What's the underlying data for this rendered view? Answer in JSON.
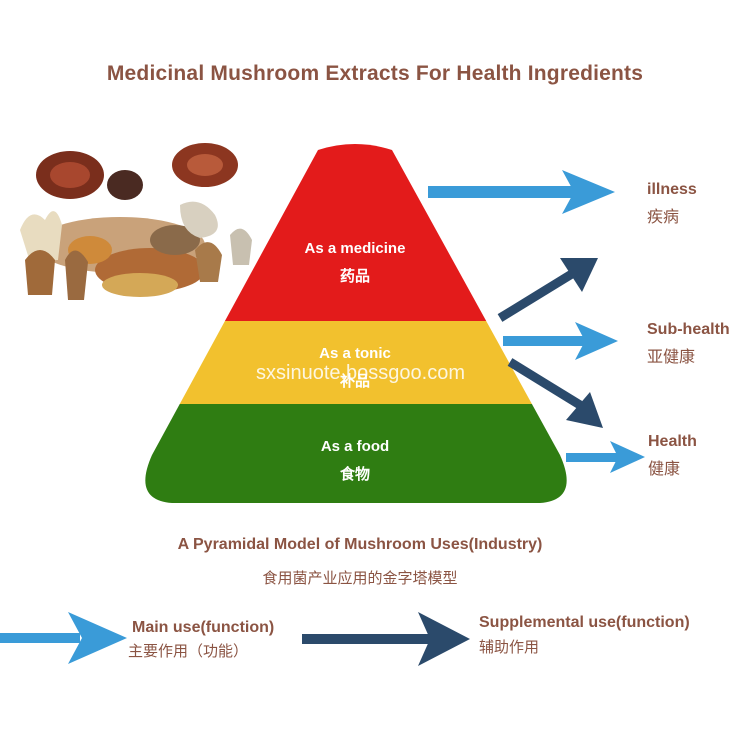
{
  "title": "Medicinal Mushroom Extracts For Health Ingredients",
  "pyramid": {
    "top": {
      "en": "As a medicine",
      "cn": "药品",
      "color": "#e31b1b"
    },
    "middle": {
      "en": "As a tonic",
      "cn": "补品",
      "color": "#f2c12e"
    },
    "bottom": {
      "en": "As a food",
      "cn": "食物",
      "color": "#2f7d12"
    }
  },
  "outcomes": {
    "illness": {
      "en": "illness",
      "cn": "疾病"
    },
    "subhealth": {
      "en": "Sub-health",
      "cn": "亚健康"
    },
    "health": {
      "en": "Health",
      "cn": "健康"
    }
  },
  "caption": {
    "en": "A Pyramidal Model of Mushroom Uses(Industry)",
    "cn": "食用菌产业应用的金字塔模型"
  },
  "legend": {
    "main": {
      "en": "Main use(function)",
      "cn": "主要作用（功能）",
      "color": "#3a9bd8"
    },
    "supplemental": {
      "en": "Supplemental use(function)",
      "cn": "辅助作用",
      "color": "#2b4a6b"
    }
  },
  "watermark": "sxsinuote.bossgoo.com"
}
